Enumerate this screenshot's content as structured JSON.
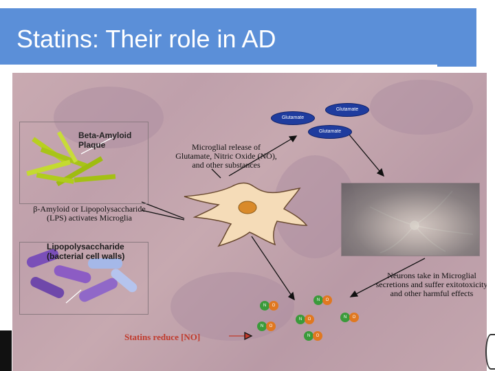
{
  "slide": {
    "title": "Statins:  Their role in AD"
  },
  "diagram": {
    "amyloid_label": "Beta-Amyloid Plaque",
    "lps_label": "Lipopolysaccharide (bacterial cell walls)",
    "activates_text": "β-Amyloid or Lipopolysaccharide (LPS) activates Microglia",
    "release_text": "Microglial release of Glutamate, Nitric Oxide (NO), and other substances",
    "neurons_text": "Neurons take in Microglial secretions and suffer exitotoxicity and other harmful effects",
    "statins_text": "Statins reduce [NO]",
    "glutamate_labels": [
      "Glutamate",
      "Glutamate",
      "Glutamate"
    ],
    "molecule_atoms": [
      "N",
      "O"
    ]
  },
  "colors": {
    "header": "#5b8fd8",
    "statins_text": "#c0392b",
    "glutamate": "#1f3c9e",
    "no_nitrogen": "#3a9a3a",
    "no_oxygen": "#e07820",
    "microglia": "#f5dcb8"
  }
}
